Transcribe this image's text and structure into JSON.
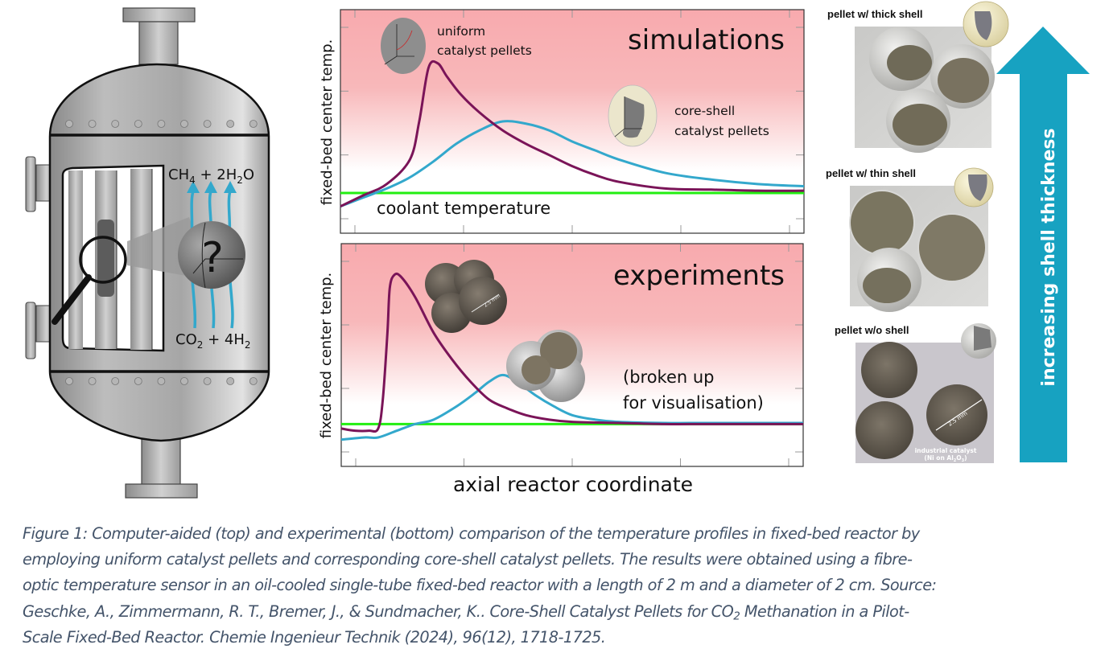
{
  "figure": {
    "reactor": {
      "products": {
        "pre": "CH",
        "sub1": "4",
        "mid": " + 2H",
        "sub2": "2",
        "post": "O"
      },
      "reactants": {
        "pre": "CO",
        "sub1": "2",
        "mid": " + 4H",
        "sub2": "2",
        "post": ""
      },
      "question_mark": "?"
    },
    "colors": {
      "uniform_curve": "#7a1458",
      "core_shell_curve": "#33a8cc",
      "coolant_line": "#22ee11",
      "hot_zone": "#f8aaae",
      "arrow": "#17a2c1",
      "caption": "#44546a"
    },
    "arrow_label": "increasing shell thickness",
    "photos": [
      {
        "label": "pellet w/ thick shell"
      },
      {
        "label": "pellet w/ thin shell"
      },
      {
        "label": "pellet w/o shell",
        "scale": "2.5 mm",
        "note_line1": "industrial catalyst",
        "note_line2_pre": "(Ni on Al",
        "note_line2_sub1": "2",
        "note_line2_mid": "O",
        "note_line2_sub2": "3",
        "note_line2_post": ")"
      }
    ],
    "caption_lines": [
      "Figure 1: Computer-aided (top) and experimental (bottom) comparison of the temperature profiles in fixed-bed reactor by",
      "employing uniform catalyst pellets and corresponding core-shell catalyst pellets. The results were obtained using a fibre-",
      "optic temperature sensor in an oil-cooled single-tube fixed-bed reactor with a length of 2 m and a diameter of 2 cm. Source:",
      {
        "pre": "Geschke, A., Zimmermann, R. T., Bremer, J., & Sundmacher, K.. Core-Shell Catalyst Pellets for CO",
        "sub": "2",
        "post": " Methanation in a Pilot-"
      },
      "Scale Fixed-Bed Reactor. Chemie Ingenieur Technik (2024), 96(12), 1718-1725."
    ]
  },
  "chart_data": [
    {
      "type": "line",
      "title": "simulations",
      "xlabel": "",
      "ylabel": "fixed-bed center temp.",
      "xlim": [
        0,
        1
      ],
      "ylim": [
        0,
        1
      ],
      "x_ticks_count": 5,
      "y_ticks_count": 3,
      "tick_labels_shown": false,
      "annotations": [
        "uniform catalyst pellets",
        "core-shell catalyst pellets",
        "coolant temperature"
      ],
      "annotation_lines": {
        "uniform": [
          "uniform",
          "catalyst pellets"
        ],
        "coreshell": [
          "core-shell",
          "catalyst pellets"
        ],
        "coolant": "coolant temperature"
      },
      "coolant": 0.18,
      "series": [
        {
          "name": "uniform catalyst pellets",
          "x": [
            0.0,
            0.05,
            0.1,
            0.15,
            0.17,
            0.19,
            0.21,
            0.23,
            0.26,
            0.3,
            0.35,
            0.4,
            0.45,
            0.5,
            0.55,
            0.6,
            0.7,
            0.8,
            0.9,
            1.0
          ],
          "y": [
            0.12,
            0.17,
            0.22,
            0.33,
            0.5,
            0.74,
            0.76,
            0.7,
            0.62,
            0.54,
            0.46,
            0.4,
            0.35,
            0.3,
            0.26,
            0.23,
            0.2,
            0.195,
            0.19,
            0.19
          ]
        },
        {
          "name": "core-shell catalyst pellets",
          "x": [
            0.0,
            0.05,
            0.1,
            0.15,
            0.2,
            0.25,
            0.3,
            0.35,
            0.4,
            0.45,
            0.5,
            0.55,
            0.6,
            0.7,
            0.8,
            0.9,
            1.0
          ],
          "y": [
            0.12,
            0.16,
            0.2,
            0.25,
            0.32,
            0.4,
            0.46,
            0.5,
            0.49,
            0.46,
            0.41,
            0.37,
            0.33,
            0.27,
            0.24,
            0.22,
            0.21
          ]
        }
      ]
    },
    {
      "type": "line",
      "title": "experiments",
      "xlabel": "axial reactor coordinate",
      "ylabel": "fixed-bed center temp.",
      "xlim": [
        0,
        1
      ],
      "ylim": [
        0,
        1
      ],
      "x_ticks_count": 5,
      "y_ticks_count": 3,
      "tick_labels_shown": false,
      "annotations": [
        "(broken up for visualisation)",
        "2.5 mm"
      ],
      "annotation_lines": {
        "broken": [
          "(broken up",
          "for visualisation)"
        ],
        "scale": "2.5 mm"
      },
      "coolant": 0.19,
      "series": [
        {
          "name": "uniform catalyst pellets",
          "x": [
            0.0,
            0.03,
            0.06,
            0.08,
            0.09,
            0.1,
            0.105,
            0.115,
            0.13,
            0.16,
            0.2,
            0.24,
            0.28,
            0.32,
            0.36,
            0.4,
            0.45,
            0.5,
            0.6,
            0.7,
            0.8,
            1.0
          ],
          "y": [
            0.17,
            0.16,
            0.16,
            0.17,
            0.3,
            0.6,
            0.8,
            0.86,
            0.85,
            0.76,
            0.6,
            0.48,
            0.38,
            0.3,
            0.26,
            0.23,
            0.21,
            0.2,
            0.195,
            0.19,
            0.19,
            0.19
          ]
        },
        {
          "name": "core-shell catalyst pellets",
          "x": [
            0.0,
            0.05,
            0.08,
            0.12,
            0.16,
            0.2,
            0.25,
            0.29,
            0.32,
            0.35,
            0.38,
            0.42,
            0.46,
            0.5,
            0.55,
            0.6,
            0.7,
            0.8,
            1.0
          ],
          "y": [
            0.12,
            0.13,
            0.13,
            0.16,
            0.19,
            0.21,
            0.27,
            0.33,
            0.38,
            0.41,
            0.38,
            0.32,
            0.27,
            0.23,
            0.21,
            0.2,
            0.195,
            0.195,
            0.195
          ]
        }
      ]
    }
  ]
}
